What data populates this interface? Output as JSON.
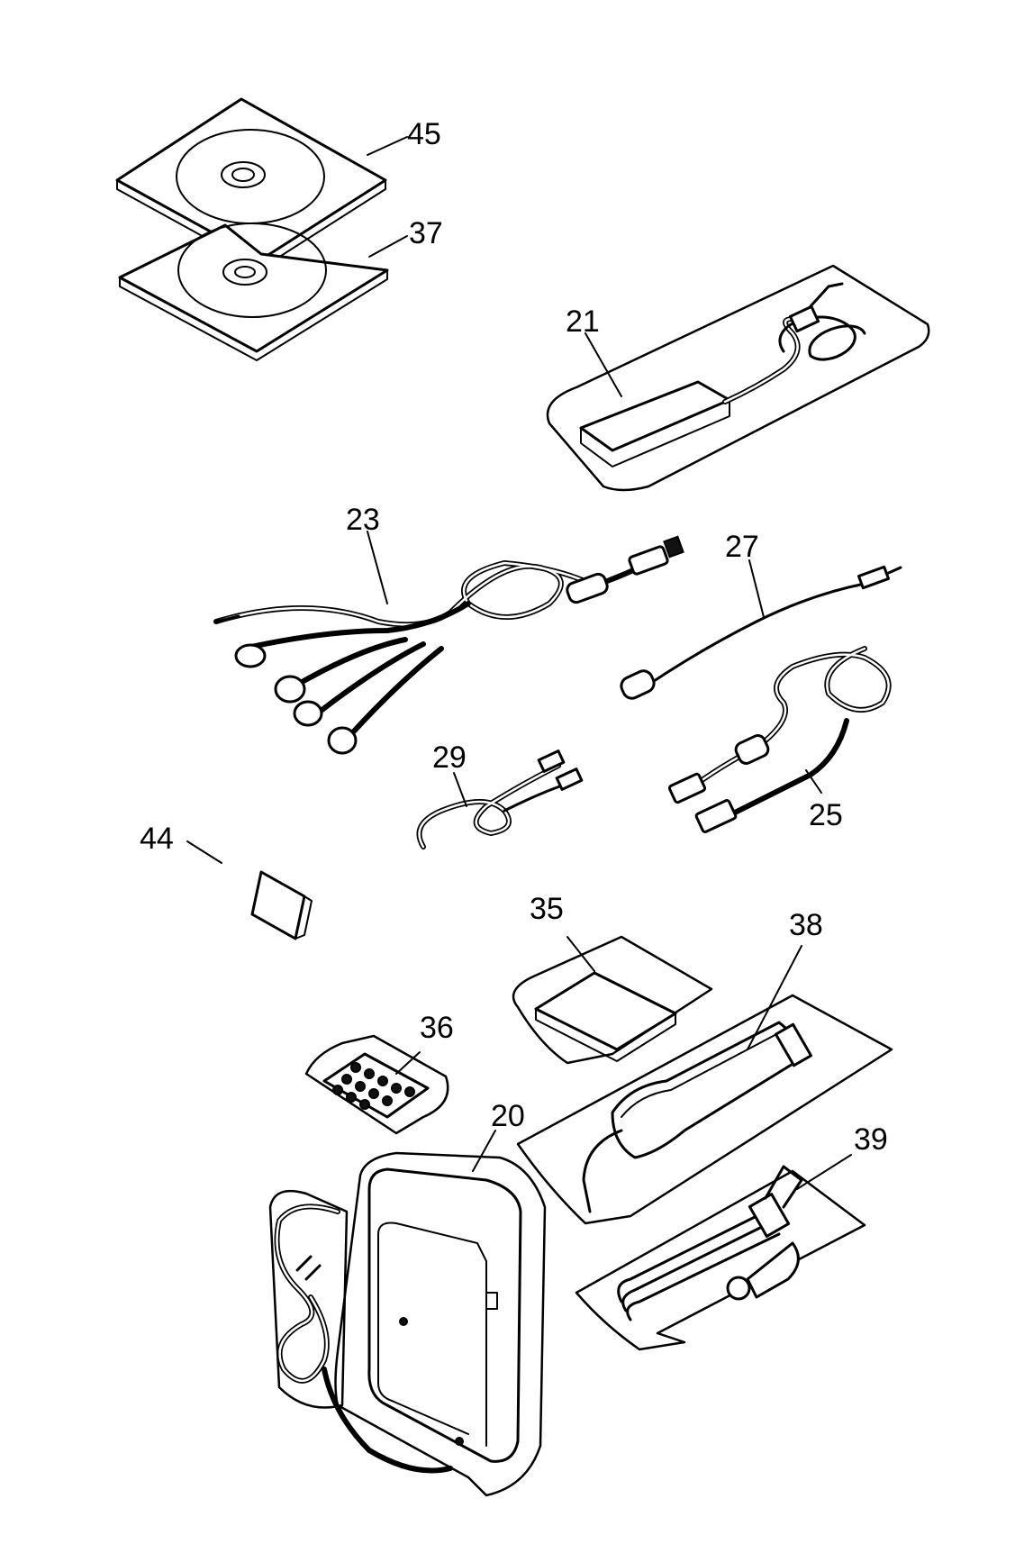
{
  "parts": [
    {
      "id": "cd-rom-45",
      "label": "45"
    },
    {
      "id": "cd-rom-37",
      "label": "37"
    },
    {
      "id": "power-adapter-21",
      "label": "21"
    },
    {
      "id": "av-cable-23",
      "label": "23"
    },
    {
      "id": "cable-27",
      "label": "27"
    },
    {
      "id": "cable-29",
      "label": "29"
    },
    {
      "id": "usb-cable-25",
      "label": "25"
    },
    {
      "id": "memory-card-44",
      "label": "44"
    },
    {
      "id": "battery-35",
      "label": "35"
    },
    {
      "id": "remote-control-36",
      "label": "36"
    },
    {
      "id": "strap-38",
      "label": "38"
    },
    {
      "id": "car-adapter-39",
      "label": "39"
    },
    {
      "id": "ac-adapter-20",
      "label": "20"
    }
  ]
}
